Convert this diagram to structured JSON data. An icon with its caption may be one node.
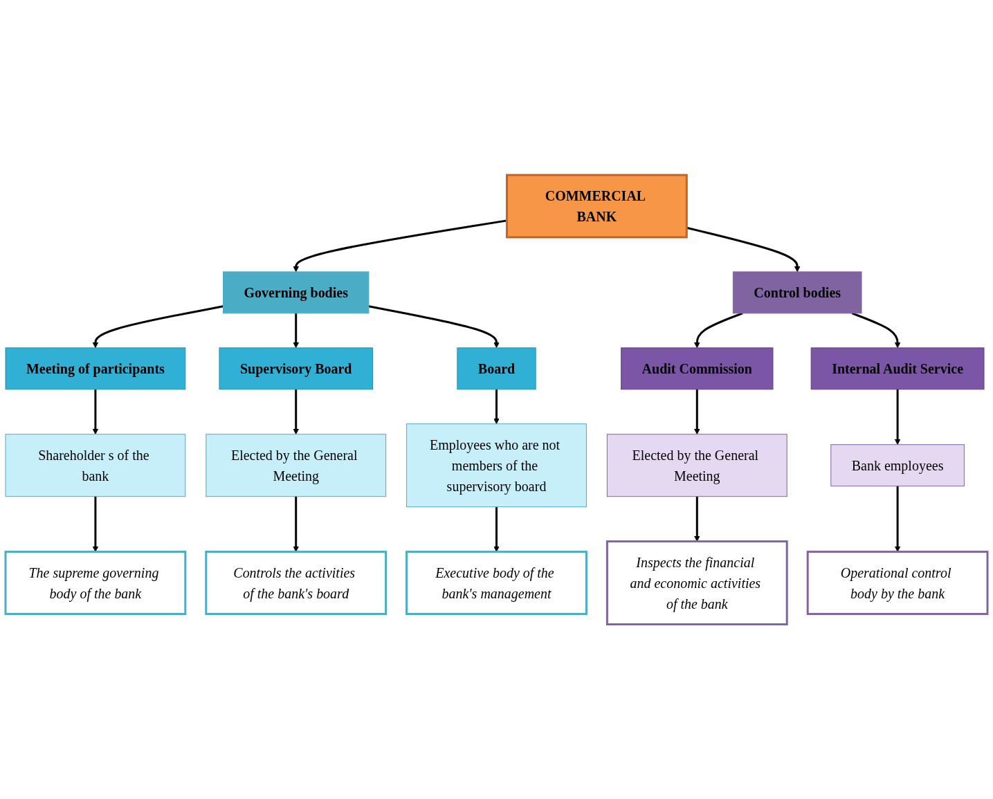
{
  "diagram": {
    "nodes": [
      {
        "text": [
          "COMMERCIAL BANK"
        ]
      },
      {
        "text": [
          "Governing bodies"
        ]
      },
      {
        "text": [
          "Control bodies"
        ]
      },
      {
        "text": [
          "Meeting of participants"
        ]
      },
      {
        "text": [
          "Supervisory Board"
        ]
      },
      {
        "text": [
          "Board"
        ]
      },
      {
        "text": [
          "Audit Commission"
        ]
      },
      {
        "text": [
          "Internal Audit Service"
        ]
      },
      {
        "text": [
          "Shareholder s of the bank"
        ]
      },
      {
        "text": [
          "Elected by the General Meeting"
        ]
      },
      {
        "text": [
          "Employees who are not members of the supervisory board"
        ]
      },
      {
        "text": [
          "Elected by the General Meeting"
        ]
      },
      {
        "text": [
          "Bank employees"
        ]
      },
      {
        "text": [
          "The supreme governing body of the bank"
        ]
      },
      {
        "text": [
          "Controls the activities of the bank's board"
        ]
      },
      {
        "text": [
          "Executive body of the bank's management"
        ]
      },
      {
        "text": [
          "Inspects the financial and economic activities of the bank"
        ]
      },
      {
        "text": [
          "Operational control body by the bank"
        ]
      }
    ],
    "edges": [
      {
        "from": 0,
        "to": 1,
        "arrow": "to"
      },
      {
        "from": 0,
        "to": 2,
        "arrow": "to"
      },
      {
        "from": 1,
        "to": 3,
        "arrow": "to"
      },
      {
        "from": 1,
        "to": 4,
        "arrow": "to"
      },
      {
        "from": 1,
        "to": 5,
        "arrow": "to"
      },
      {
        "from": 2,
        "to": 6,
        "arrow": "to"
      },
      {
        "from": 2,
        "to": 7,
        "arrow": "to"
      },
      {
        "from": 3,
        "to": 8,
        "arrow": "to"
      },
      {
        "from": 4,
        "to": 9,
        "arrow": "to"
      },
      {
        "from": 5,
        "to": 10,
        "arrow": "to"
      },
      {
        "from": 6,
        "to": 11,
        "arrow": "to"
      },
      {
        "from": 7,
        "to": 12,
        "arrow": "to"
      },
      {
        "from": 8,
        "to": 13,
        "arrow": "to"
      },
      {
        "from": 9,
        "to": 14,
        "arrow": "to"
      },
      {
        "from": 10,
        "to": 15,
        "arrow": "to"
      },
      {
        "from": 11,
        "to": 16,
        "arrow": "to"
      },
      {
        "from": 12,
        "to": 17,
        "arrow": "to"
      }
    ]
  }
}
